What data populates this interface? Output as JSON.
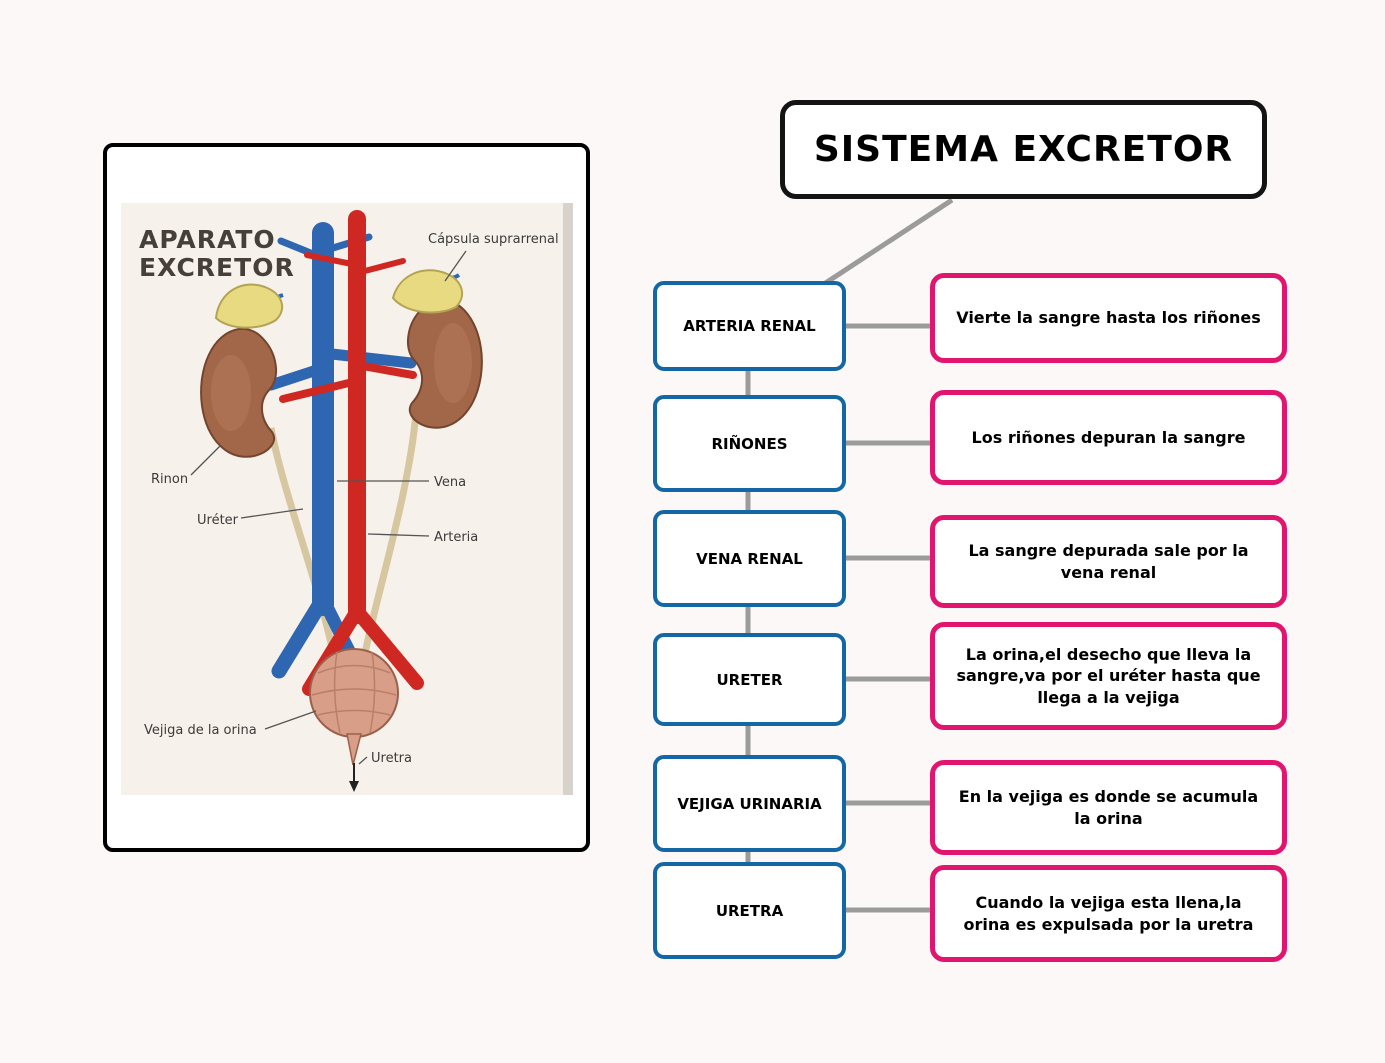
{
  "title_box": {
    "label": "SISTEMA EXCRETOR"
  },
  "anatomy_panel": {
    "heading_line1": "APARATO",
    "heading_line2": "EXCRETOR",
    "labels": {
      "capsula_suprarrenal": "Cápsula suprarrenal",
      "rinon": "Rinon",
      "vena": "Vena",
      "ureter": "Uréter",
      "arteria": "Arteria",
      "vejiga": "Vejiga de la orina",
      "uretra": "Uretra"
    }
  },
  "flowchart": {
    "rows": [
      {
        "term": "ARTERIA RENAL",
        "description": "Vierte la sangre hasta los riñones"
      },
      {
        "term": "RIÑONES",
        "description": "Los riñones depuran la sangre"
      },
      {
        "term": "VENA RENAL",
        "description": "La sangre depurada sale por la vena renal"
      },
      {
        "term": "URETER",
        "description": "La orina,el desecho que lleva la sangre,va por el uréter hasta que llega a la vejiga"
      },
      {
        "term": "VEJIGA URINARIA",
        "description": "En la vejiga es donde se acumula la orina"
      },
      {
        "term": "URETRA",
        "description": "Cuando la vejiga esta llena,la orina es expulsada por la uretra"
      }
    ]
  },
  "colors": {
    "term_border": "#1467a5",
    "description_border": "#e2156e",
    "title_border": "#141414",
    "connector": "#9b9b9b"
  }
}
